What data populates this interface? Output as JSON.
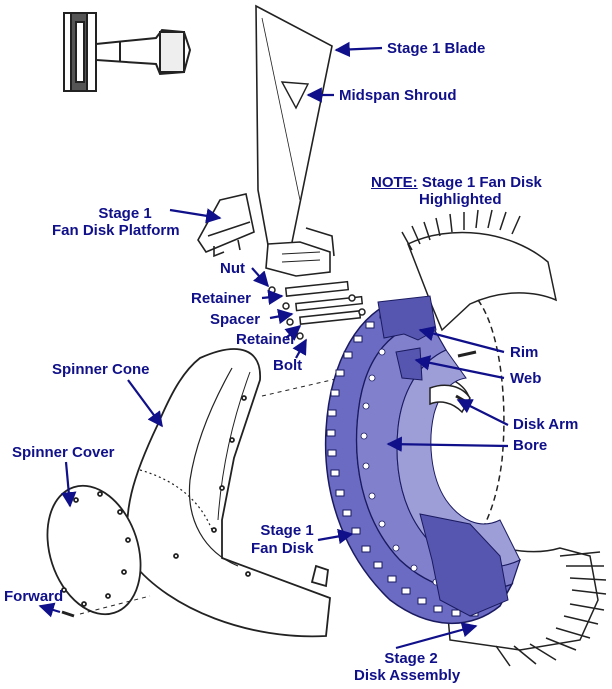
{
  "colors": {
    "label": "#10108a",
    "arrow": "#10108a",
    "disk_fill": "#6b6bc4",
    "disk_fill_light": "#9d9dd8",
    "line": "#222222"
  },
  "note": {
    "prefix": "NOTE:",
    "line1_rest": "Stage 1 Fan Disk",
    "line2": "Highlighted"
  },
  "labels": {
    "stage1_blade": "Stage 1 Blade",
    "midspan_shroud": "Midspan Shroud",
    "platform_line1": "Stage 1",
    "platform_line2": "Fan Disk Platform",
    "nut": "Nut",
    "retainer_upper": "Retainer",
    "spacer": "Spacer",
    "retainer_lower": "Retainer",
    "bolt": "Bolt",
    "spinner_cone": "Spinner Cone",
    "spinner_cover": "Spinner Cover",
    "forward": "Forward",
    "rim": "Rim",
    "web": "Web",
    "disk_arm": "Disk Arm",
    "bore": "Bore",
    "fan_disk_line1": "Stage 1",
    "fan_disk_line2": "Fan Disk",
    "stage2_line1": "Stage 2",
    "stage2_line2": "Disk Assembly"
  }
}
